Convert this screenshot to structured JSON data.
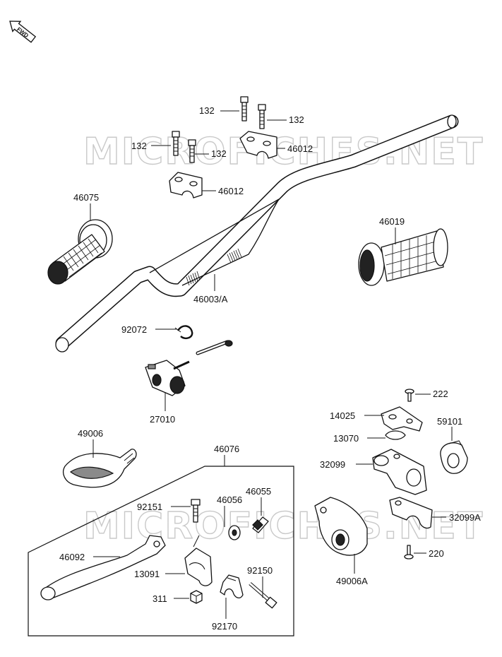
{
  "fwd_label": "FWD",
  "watermark": "MICROFICHES.NET",
  "part_labels": {
    "p132a": "132",
    "p132b": "132",
    "p132c": "132",
    "p132d": "132",
    "p46012a": "46012",
    "p46012b": "46012",
    "p46075": "46075",
    "p46019": "46019",
    "p46003": "46003/A",
    "p92072": "92072",
    "p27010": "27010",
    "p222": "222",
    "p14025": "14025",
    "p13070": "13070",
    "p59101": "59101",
    "p32099": "32099",
    "p32099a": "32099A",
    "p49006": "49006",
    "p46076": "46076",
    "p92151": "92151",
    "p46056": "46056",
    "p46055": "46055",
    "p46092": "46092",
    "p13091": "13091",
    "p92150": "92150",
    "p311": "311",
    "p92170": "92170",
    "p49006a": "49006A",
    "p220": "220"
  }
}
